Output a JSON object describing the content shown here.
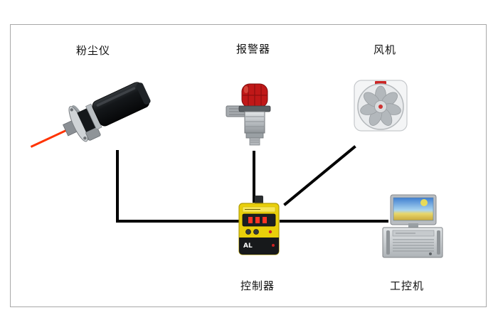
{
  "page": {
    "background": "#ffffff",
    "frame_border": "#a8a8a8"
  },
  "devices": {
    "dust_meter": {
      "label": "粉尘仪"
    },
    "alarm": {
      "label": "报警器"
    },
    "fan": {
      "label": "风机"
    },
    "controller": {
      "label": "控制器",
      "logo": "AL"
    },
    "ipc": {
      "label": "工控机"
    }
  },
  "colors": {
    "connection_line": "#000000",
    "laser_beam": "#ff3300",
    "alarm_red": "#c01818",
    "controller_yellow": "#e9cf0a",
    "fan_blade": "#b3b8bc",
    "screen_blue": "#4a90d9"
  }
}
